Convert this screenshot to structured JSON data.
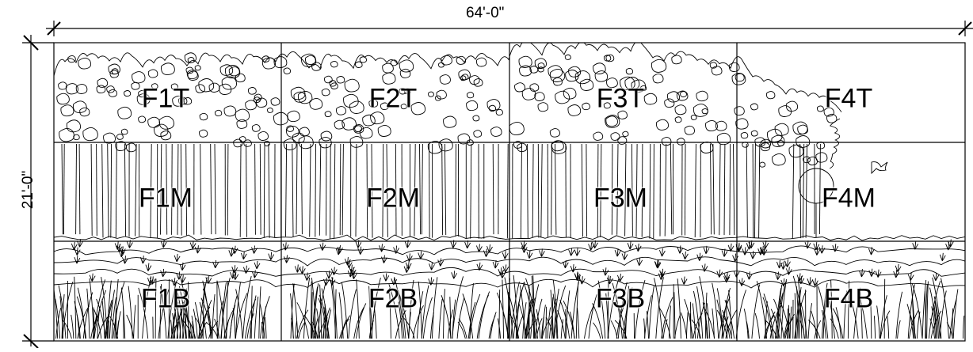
{
  "dimensions": {
    "width": "64'-0\"",
    "height": "21'-0\""
  },
  "panels": {
    "rows": [
      "T",
      "M",
      "B"
    ],
    "columns": [
      "F1",
      "F2",
      "F3",
      "F4"
    ],
    "labels": [
      [
        "F1T",
        "F2T",
        "F3T",
        "F4T"
      ],
      [
        "F1M",
        "F2M",
        "F3M",
        "F4M"
      ],
      [
        "F1B",
        "F2B",
        "F3B",
        "F4B"
      ]
    ]
  },
  "colors": {
    "line": "#000000",
    "background": "#ffffff"
  }
}
